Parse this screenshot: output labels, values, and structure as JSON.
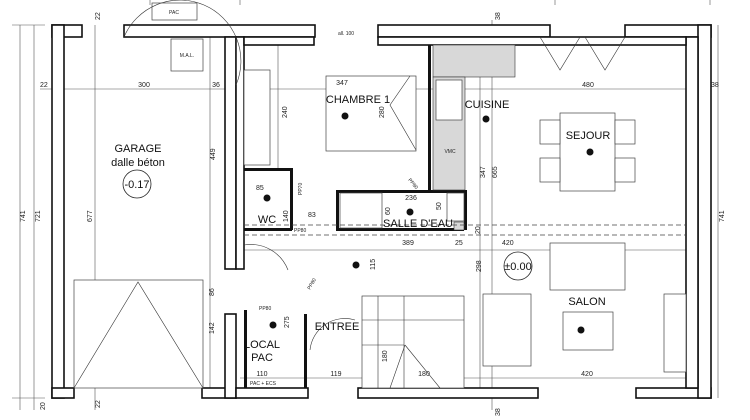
{
  "labels": {
    "pac_top": "PAC",
    "mal": "M.A.L.",
    "garage": "GARAGE",
    "garage_sub": "dalle béton",
    "garage_level": "-0.17",
    "chambre": "CHAMBRE 1",
    "cuisine": "CUISINE",
    "vmc": "VMC",
    "sejour": "SEJOUR",
    "wc": "WC",
    "salle_eau": "SALLE D'EAU",
    "salon": "SALON",
    "main_level": "±0.00",
    "entree": "ENTREE",
    "local_pac_1": "LOCAL",
    "local_pac_2": "PAC",
    "pac_ecs": "PAC + ECS",
    "window_all": "all. 100",
    "door_pp70": "PP70",
    "door_pp80_wc": "PP80",
    "door_pp80_pac": "PP80",
    "door_pp80_sde": "PP80",
    "door_pp80_entree": "PP80"
  },
  "dimensions": {
    "top_22": "22",
    "bottom_22": "22",
    "left_22": "22",
    "garage_width": "300",
    "wall_36": "36",
    "chambre_width": "347",
    "top_38": "38",
    "bottom_38": "38",
    "sejour_width": "480",
    "right_38": "38",
    "chambre_240": "240",
    "chambre_280": "280",
    "garage_449": "449",
    "garage_677": "677",
    "total_721": "721",
    "total_741_left": "741",
    "total_741_right": "741",
    "cuisine_347": "347",
    "cuisine_665": "665",
    "wc_85": "85",
    "wc_140": "140",
    "dim_83": "83",
    "sde_236": "236",
    "sde_60": "60",
    "sde_50": "50",
    "sde_389": "389",
    "dim_25": "25",
    "dim_20": "20",
    "bottom_20": "20",
    "salon_420_top": "420",
    "salon_420_bottom": "420",
    "dim_298": "298",
    "dim_115": "115",
    "dim_86": "86",
    "dim_142": "142",
    "dim_275": "275",
    "pac_110": "110",
    "entree_119": "119",
    "stair_180_v": "180",
    "stair_180_h": "180"
  },
  "colors": {
    "wall": "#111111",
    "counter": "#d8d8d8"
  }
}
